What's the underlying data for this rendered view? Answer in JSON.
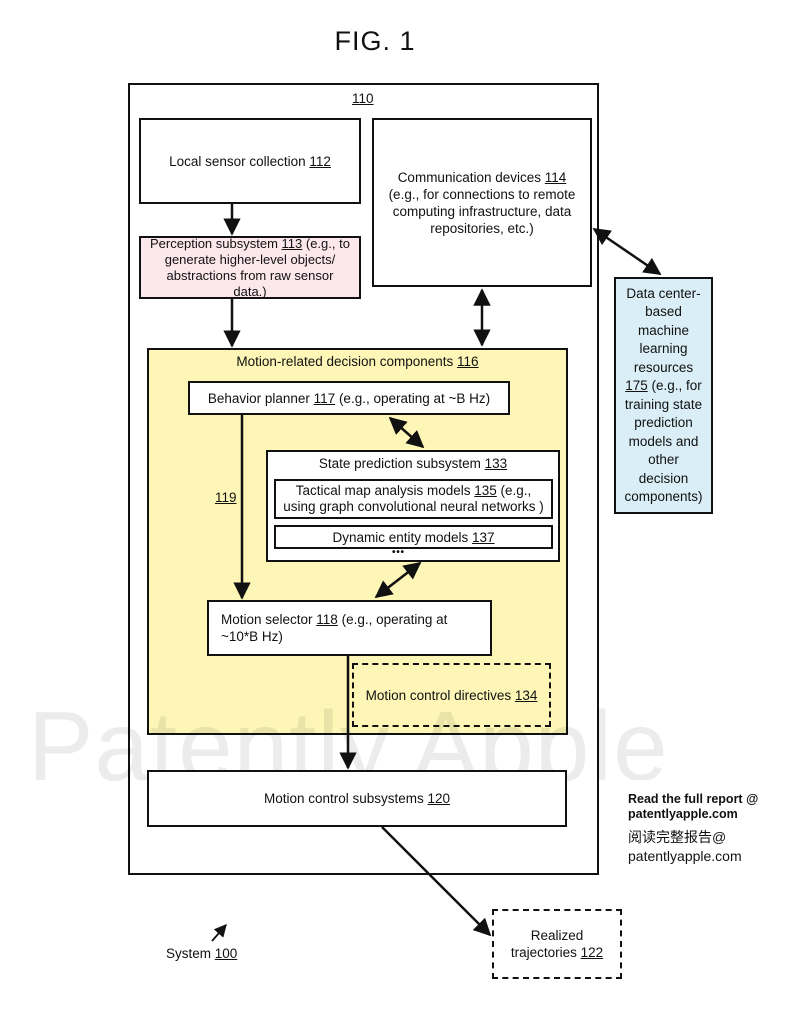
{
  "figure": {
    "title": "FIG. 1",
    "system_label": "System",
    "system_ref": "100"
  },
  "outer": {
    "ref": "110"
  },
  "local_sensor": {
    "text": "Local sensor collection ",
    "ref": "112"
  },
  "perception": {
    "text_a": "Perception subsystem ",
    "ref": "113",
    "text_b": " (e.g., to generate higher-level objects/ abstractions from raw sensor data.)"
  },
  "communication": {
    "text_a": "Communication devices ",
    "ref": "114",
    "text_b": " (e.g., for connections to remote computing infrastructure, data repositories, etc.)"
  },
  "data_center": {
    "text_a": "Data center-based machine learning resources ",
    "ref": "175",
    "text_b": " (e.g., for training state prediction models and other decision components)"
  },
  "motion_decision": {
    "text": "Motion-related decision components ",
    "ref": "116"
  },
  "behavior_planner": {
    "text_a": "Behavior planner ",
    "ref": "117",
    "text_b": "  (e.g., operating at ~B Hz)"
  },
  "state_prediction": {
    "text": "State prediction subsystem ",
    "ref": "133"
  },
  "tactical_map": {
    "text_a": "Tactical map analysis models ",
    "ref": "135",
    "text_b": " (e.g., using graph convolutional neural networks )"
  },
  "dynamic_entity": {
    "text": "Dynamic entity models ",
    "ref": "137"
  },
  "ellipsis": "• • •",
  "arrow_label_119": "119",
  "motion_selector": {
    "text_a": "Motion selector ",
    "ref": "118",
    "text_b": "  (e.g., operating at ~10*B Hz)"
  },
  "motion_directives": {
    "text": "Motion control directives ",
    "ref": "134"
  },
  "motion_control": {
    "text": "Motion control subsystems  ",
    "ref": "120"
  },
  "trajectories": {
    "text": "Realized trajectories ",
    "ref": "122"
  },
  "watermark": "Patently Apple",
  "promo": {
    "en": "Read the full report @ patentlyapple.com",
    "zh": "阅读完整报告@ patentlyapple.com"
  },
  "colors": {
    "perception_fill": "#fce8ec",
    "decision_fill": "#fdf6b6",
    "datacenter_fill": "#d9eef6",
    "stroke": "#111111"
  }
}
